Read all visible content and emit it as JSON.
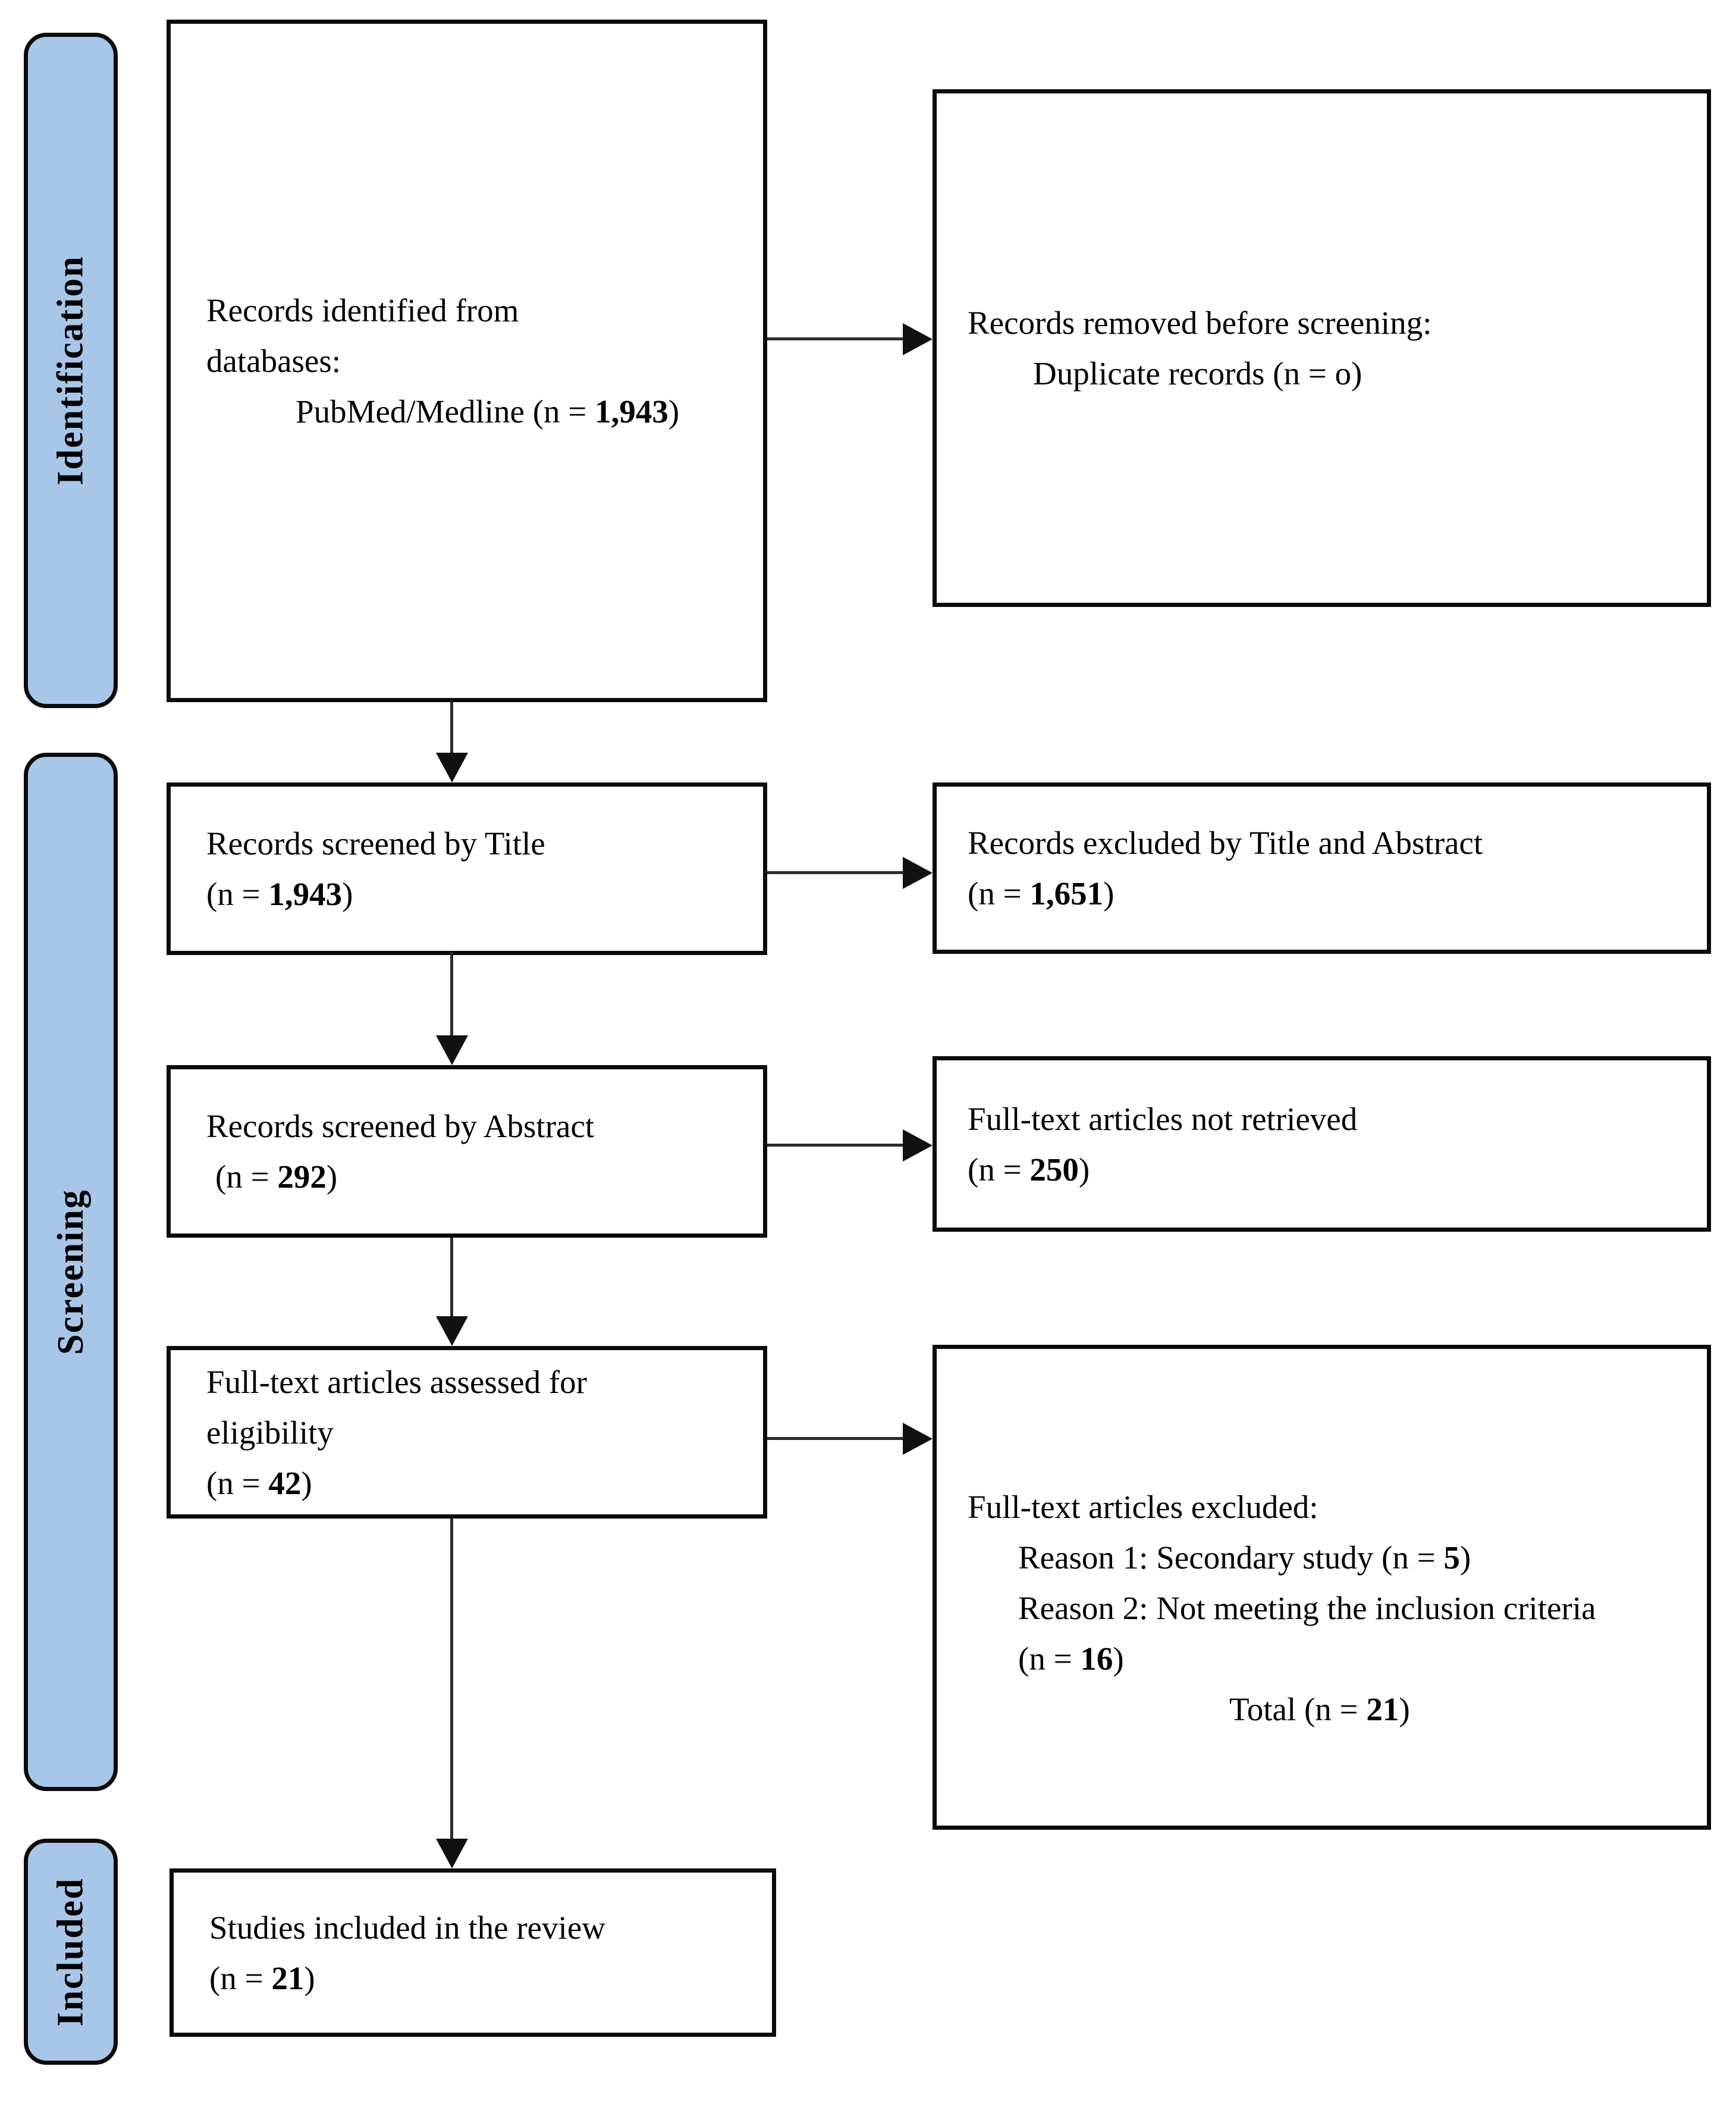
{
  "figure": {
    "type": "prisma-flow-diagram"
  },
  "colors": {
    "stage_fill": "#A8C6E8",
    "border": "#0B0B0B",
    "arrow": "#2D2D2D",
    "background": "#FFFFFF",
    "text": "#000000"
  },
  "stages": [
    {
      "label": "Identification"
    },
    {
      "label": "Screening"
    },
    {
      "label": "Included"
    }
  ],
  "boxes": {
    "identified": {
      "lines": [
        {
          "pre": "Records identified from"
        },
        {
          "pre": "databases:"
        },
        {
          "pre": "PubMed/Medline (n = ",
          "bold": "1,943",
          "post": ")"
        }
      ]
    },
    "removed": {
      "lines": [
        {
          "pre": "Records removed before screening:"
        },
        {
          "pre": "Duplicate records (n = o)"
        }
      ]
    },
    "screened_title": {
      "lines": [
        {
          "pre": "Records screened by Title"
        },
        {
          "pre": "(n = ",
          "bold": "1,943",
          "post": ")"
        }
      ]
    },
    "excluded_title_abstract": {
      "lines": [
        {
          "pre": "Records excluded by Title and Abstract"
        },
        {
          "pre": "(n = ",
          "bold": "1,651",
          "post": ")"
        }
      ]
    },
    "screened_abstract": {
      "lines": [
        {
          "pre": "Records screened by Abstract"
        },
        {
          "pre": "(n = ",
          "bold": "292",
          "post": ")"
        }
      ]
    },
    "not_retrieved": {
      "lines": [
        {
          "pre": "Full-text articles not retrieved"
        },
        {
          "pre": "(n = ",
          "bold": "250",
          "post": ")"
        }
      ]
    },
    "assessed": {
      "lines": [
        {
          "pre": "Full-text articles assessed for"
        },
        {
          "pre": "eligibility"
        },
        {
          "pre": "(n = ",
          "bold": "42",
          "post": ")"
        }
      ]
    },
    "fulltext_excluded": {
      "lines": [
        {
          "pre": "Full-text articles excluded:"
        },
        {
          "pre": "Reason 1: Secondary study (n = ",
          "bold": "5",
          "post": ")"
        },
        {
          "pre": "Reason 2: Not meeting the inclusion criteria"
        },
        {
          "pre": "(n = ",
          "bold": "16",
          "post": ")"
        },
        {
          "pre": "Total (n = ",
          "bold": "21",
          "post": ")"
        }
      ]
    },
    "included_review": {
      "lines": [
        {
          "pre": "Studies included in the review"
        },
        {
          "pre": "(n = ",
          "bold": "21",
          "post": ")"
        }
      ]
    }
  }
}
